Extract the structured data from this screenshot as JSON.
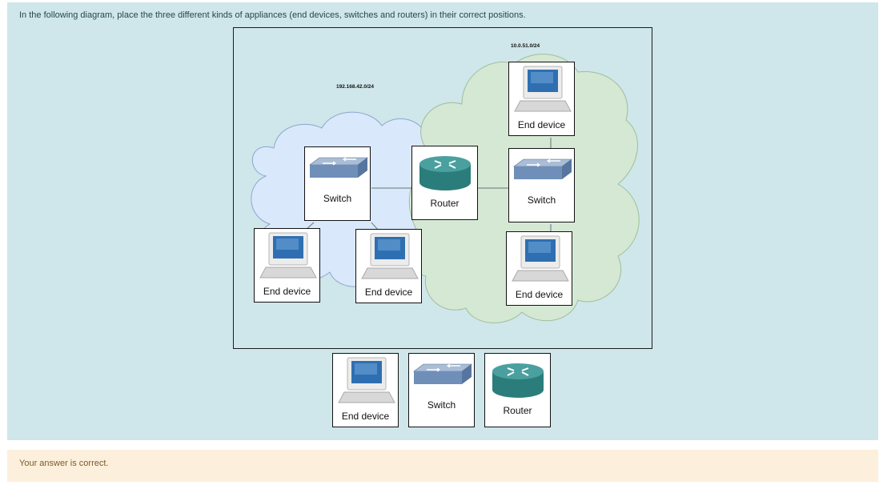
{
  "question": {
    "text": "In the following diagram, place the three different kinds of appliances (end devices, switches and routers) in their correct positions."
  },
  "diagram": {
    "subnet_left": "192.168.42.0/24",
    "subnet_right": "10.0.51.0/24",
    "placed": {
      "switch_left": "Switch",
      "router": "Router",
      "switch_right": "Switch",
      "pc_top_right": "End device",
      "pc_bottom_right": "End device",
      "pc_bottom_left": "End device",
      "pc_bottom_middle": "End device"
    }
  },
  "choices": {
    "end_device": "End device",
    "switch": "Switch",
    "router": "Router"
  },
  "feedback": {
    "text": "Your answer is correct."
  },
  "colors": {
    "question_bg": "#cfe6ea",
    "feedback_bg": "#fcefdc",
    "cloud_left": "#dae8fc",
    "cloud_right": "#d5e8d4"
  },
  "icons": [
    "pc-icon",
    "switch-icon",
    "router-icon"
  ]
}
